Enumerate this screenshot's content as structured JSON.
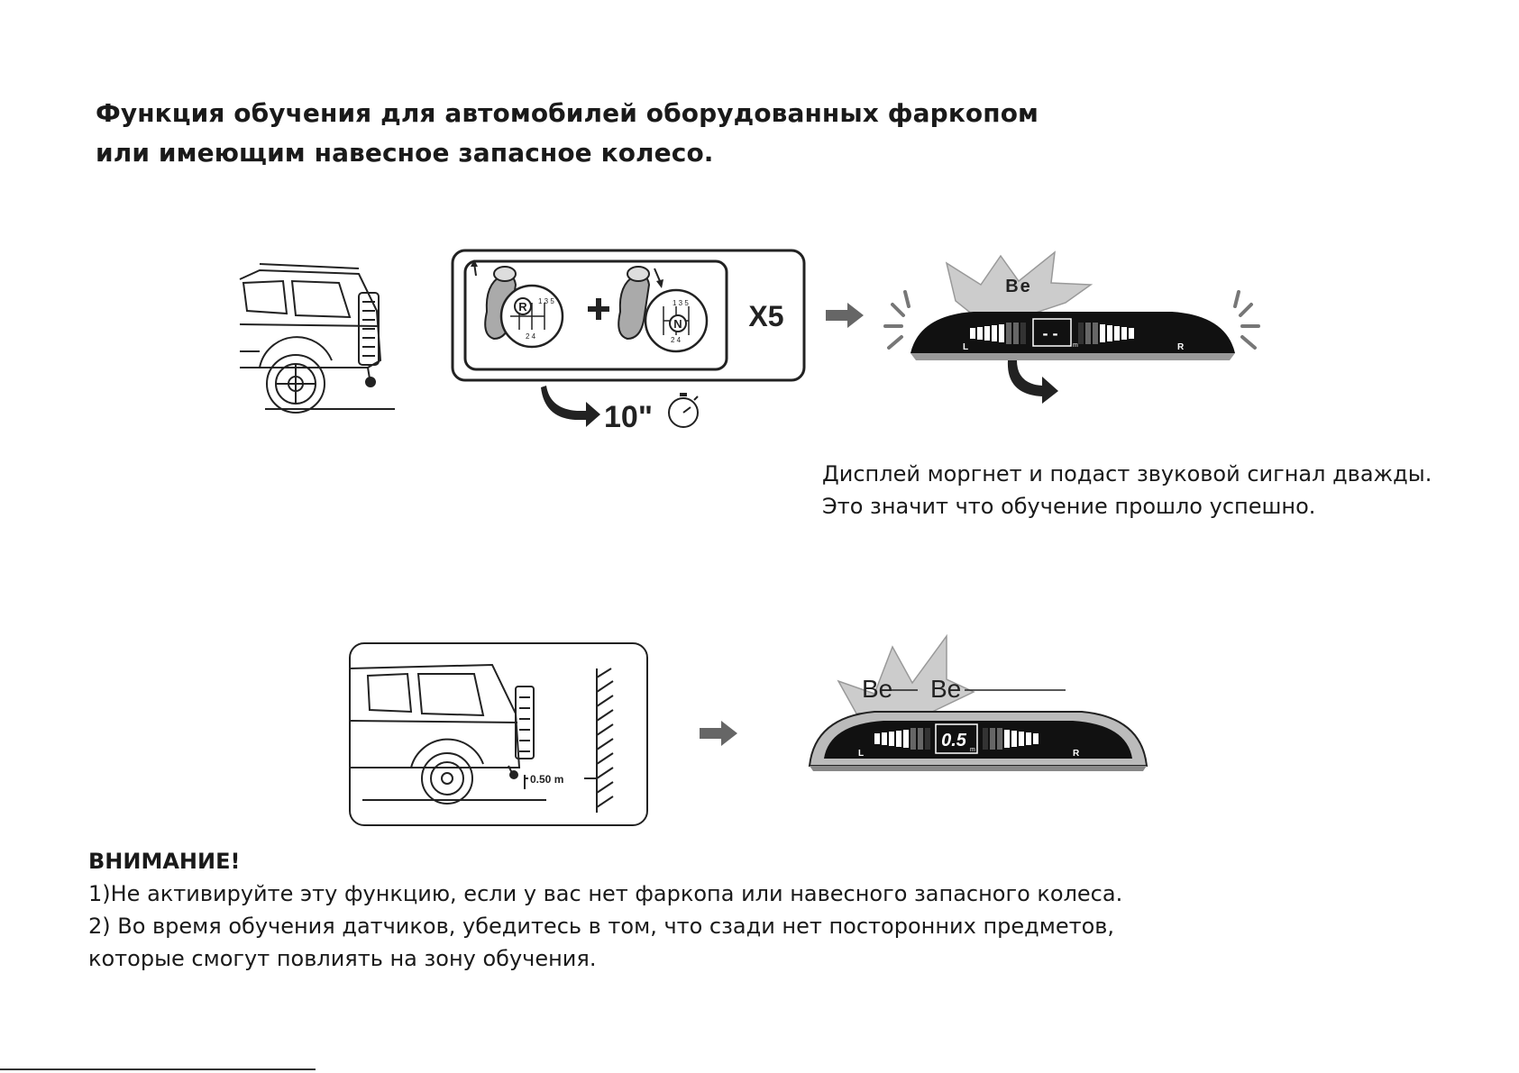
{
  "title": {
    "line1": "Функция обучения для автомобилей оборудованных фаркопом",
    "line2": "или имеющим навесное запасное колесо."
  },
  "step1": {
    "multiplier": "X5",
    "wait_time": "10\"",
    "gear_r": "R",
    "gear_n": "N",
    "gear_numbers_top": "1 3 5",
    "gear_numbers_bottom": "2 4"
  },
  "display1": {
    "sound": "Be",
    "readout": "- -",
    "unit": "m",
    "left": "L",
    "right": "R"
  },
  "caption": {
    "line1": "Дисплей моргнет и подаст звуковой сигнал дважды.",
    "line2": "Это значит что обучение прошло успешно."
  },
  "step2": {
    "distance": "0.50 m"
  },
  "display2": {
    "sound1": "Be",
    "sound2": "Be",
    "readout": "0.5",
    "unit": "m",
    "left": "L",
    "right": "R"
  },
  "warning": {
    "heading": "ВНИМАНИЕ!",
    "line1": "1)Не активируйте эту функцию, если у вас нет фаркопа или навесного запасного колеса.",
    "line2": "2) Во время обучения датчиков, убедитесь в том, что сзади нет посторонних предметов,",
    "line3": "которые смогут повлиять на зону обучения."
  }
}
